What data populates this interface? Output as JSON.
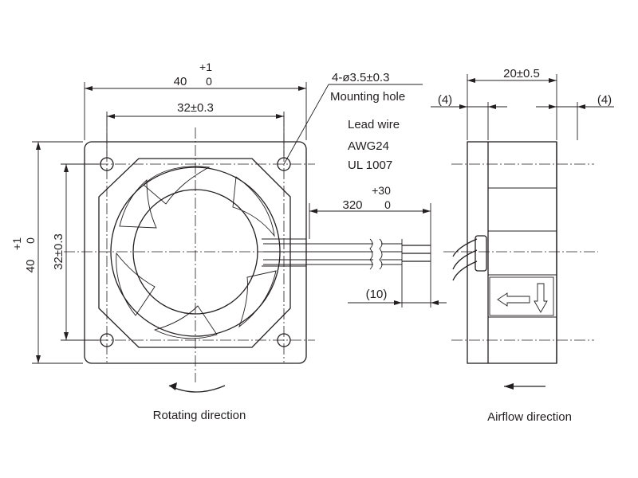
{
  "front_view": {
    "width_nominal": "40",
    "width_tol_upper": "+1",
    "width_tol_lower": "0",
    "height_nominal": "40",
    "height_tol_upper": "+1",
    "height_tol_lower": "0",
    "hole_pitch_horizontal": "32±0.3",
    "hole_pitch_vertical": "32±0.3",
    "mounting_hole_spec": "4-ø3.5±0.3",
    "mounting_hole_label": "Mounting hole",
    "rotating_direction_label": "Rotating direction"
  },
  "lead_wire": {
    "title": "Lead wire",
    "gauge": "AWG24",
    "standard": "UL 1007",
    "length_nominal": "320",
    "length_tol_upper": "+30",
    "length_tol_lower": "0",
    "strip_length": "(10)"
  },
  "side_view": {
    "depth": "20±0.5",
    "left_offset": "(4)",
    "right_offset": "(4)",
    "airflow_direction_label": "Airflow direction"
  }
}
